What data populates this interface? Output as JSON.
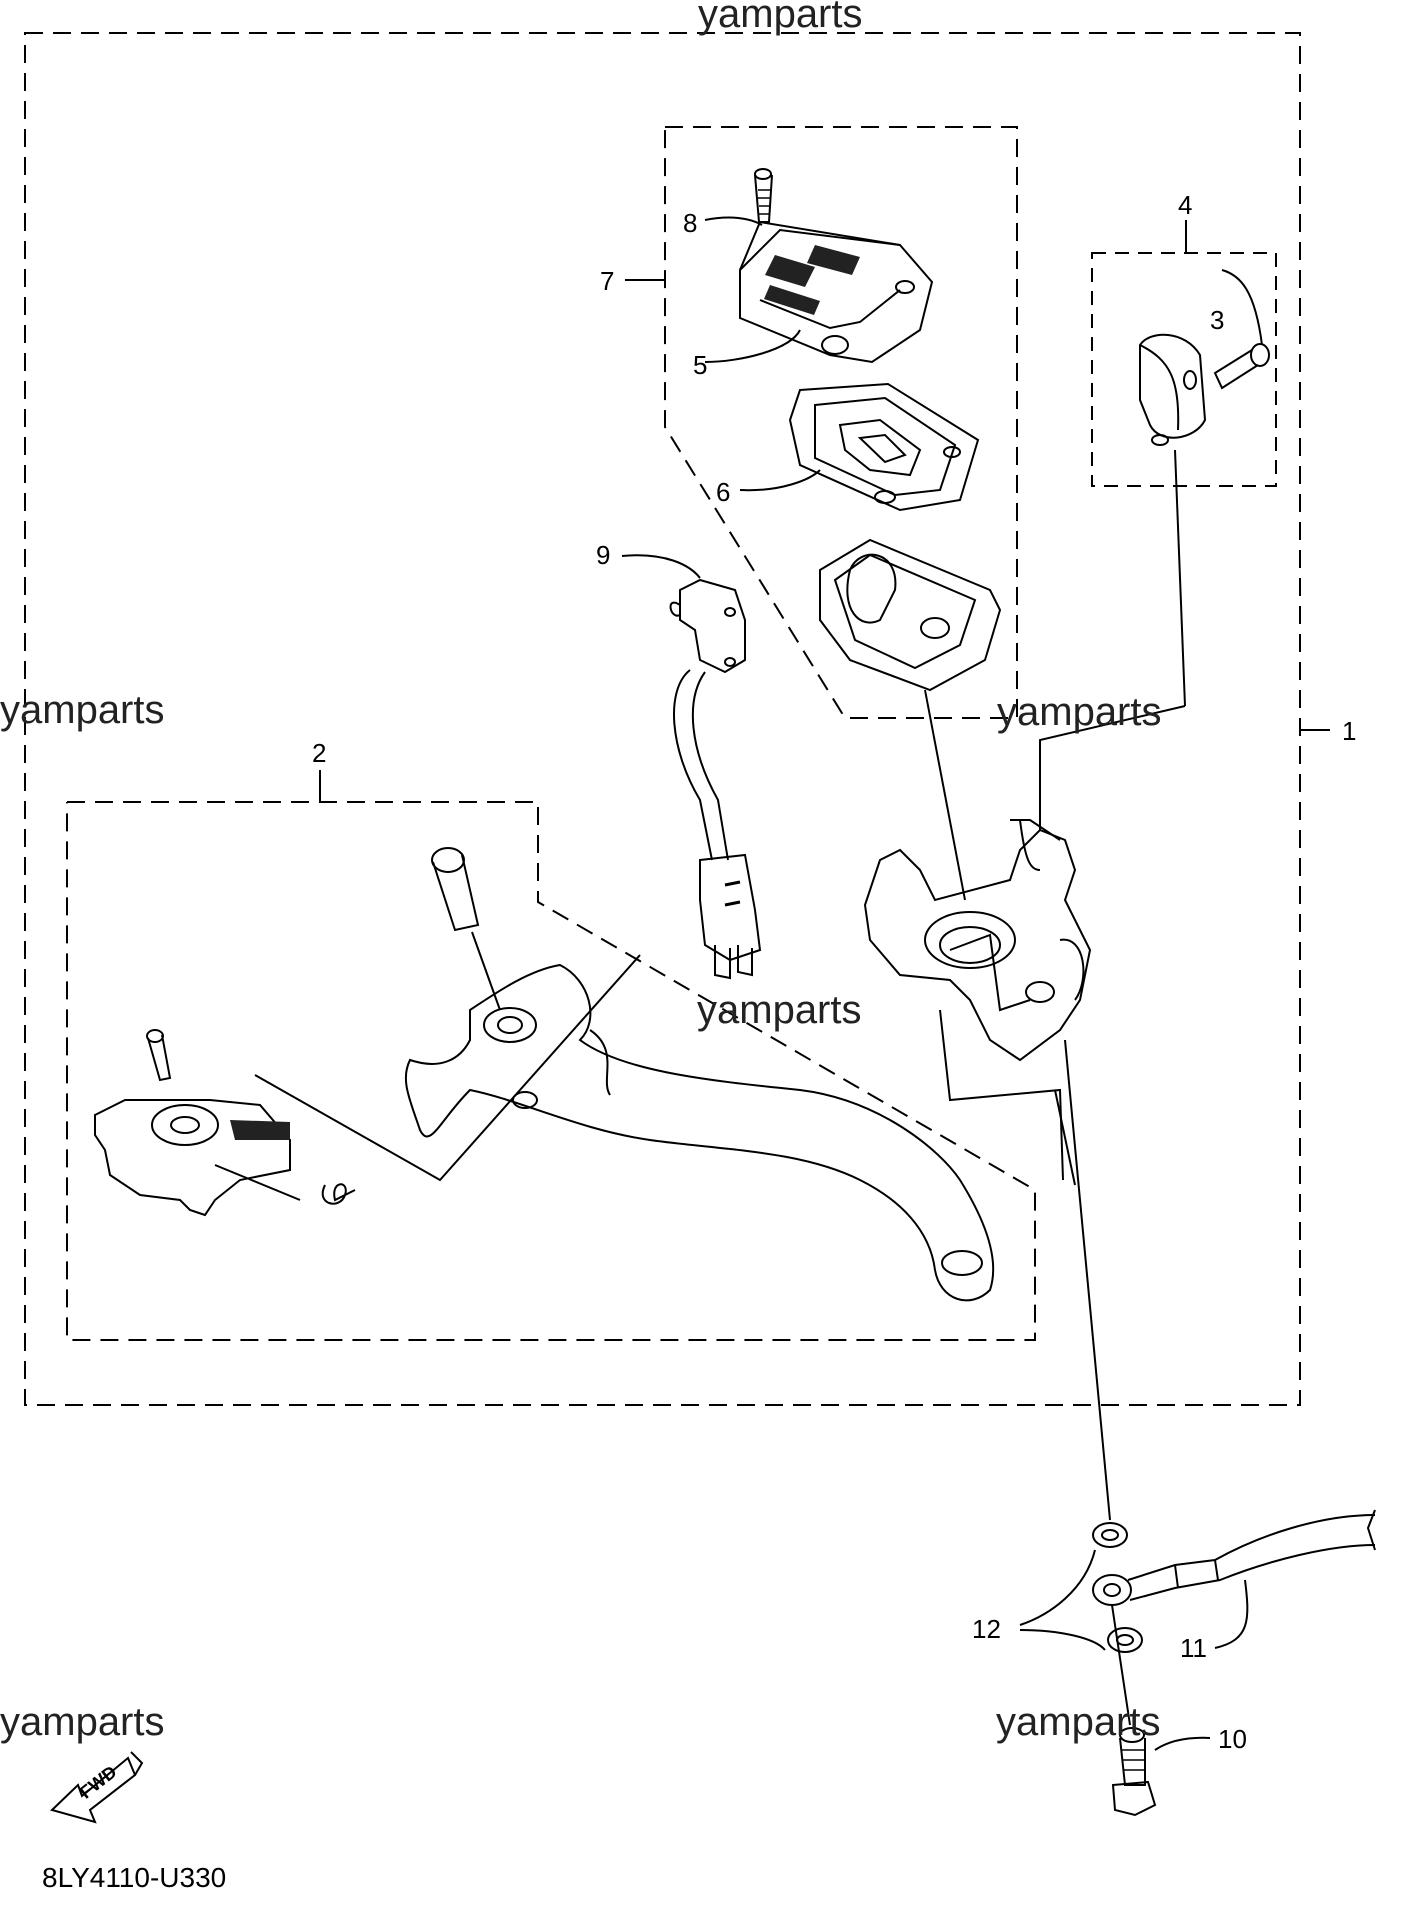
{
  "watermarks": [
    "yamparts",
    "yamparts",
    "yamparts",
    "yamparts",
    "yamparts",
    "yamparts"
  ],
  "callouts": [
    "1",
    "2",
    "3",
    "4",
    "5",
    "6",
    "7",
    "8",
    "9",
    "10",
    "11",
    "12"
  ],
  "fwd_label": "FWD",
  "diagram_code": "8LY4110-U330",
  "colors": {
    "line": "#000000",
    "fill": "#ffffff",
    "text": "#000000"
  }
}
